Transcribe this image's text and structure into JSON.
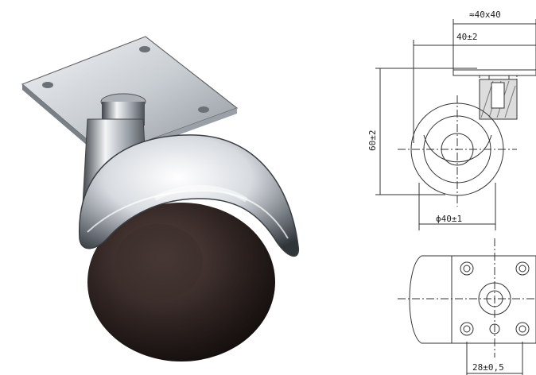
{
  "dimensions": {
    "overall_plate": "≈40x40",
    "bolt_pattern_top": "40±2",
    "height": "60±2",
    "wheel_diameter": "ϕ40±1",
    "hole_spacing": "28±0,5"
  },
  "colors": {
    "metal_light": "#e9ecef",
    "metal_mid": "#b9bec4",
    "metal_dark": "#5b6168",
    "wheel": "#2a1f1d",
    "line": "#333333"
  }
}
